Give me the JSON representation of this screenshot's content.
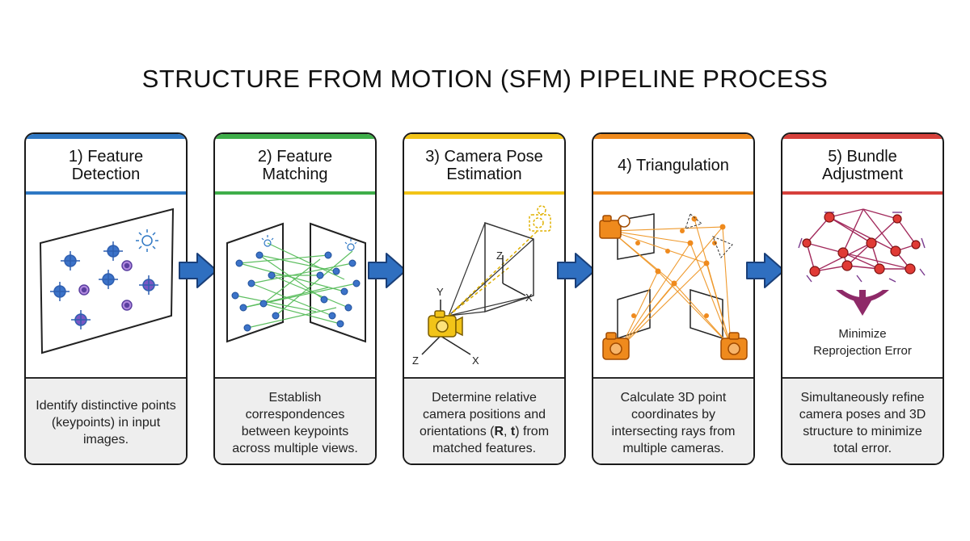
{
  "title": "STRUCTURE FROM MOTION (SFM) PIPELINE PROCESS",
  "colors": {
    "step1": "#2f78c4",
    "step2": "#3fae4a",
    "step3": "#f2c418",
    "step4": "#ef8a1d",
    "step5": "#d6403b",
    "arrow": "#2f6fc0"
  },
  "steps": [
    {
      "header_line1": "1) Feature",
      "header_line2": "Detection",
      "description": "Identify distinctive points (keypoints) in input images.",
      "icon": "keypoint-image-icon"
    },
    {
      "header_line1": "2) Feature",
      "header_line2": "Matching",
      "description": "Establish correspondences between keypoints across multiple views.",
      "icon": "matched-views-icon"
    },
    {
      "header_line1": "3) Camera Pose",
      "header_line2": "Estimation",
      "description": "Determine relative camera positions and orientations (R, t) from matched features.",
      "icon": "camera-pose-icon"
    },
    {
      "header_line1": "4) Triangulation",
      "header_line2": "",
      "description": "Calculate 3D point coordinates by intersecting rays from multiple cameras.",
      "icon": "triangulation-icon"
    },
    {
      "header_line1": "5) Bundle",
      "header_line2": "Adjustment",
      "description": "Simultaneously refine camera poses and 3D structure to minimize total error.",
      "icon": "bundle-graph-icon",
      "caption_line1": "Minimize",
      "caption_line2": "Reprojection Error"
    }
  ],
  "axes": {
    "x": "X",
    "y": "Y",
    "z": "Z"
  }
}
